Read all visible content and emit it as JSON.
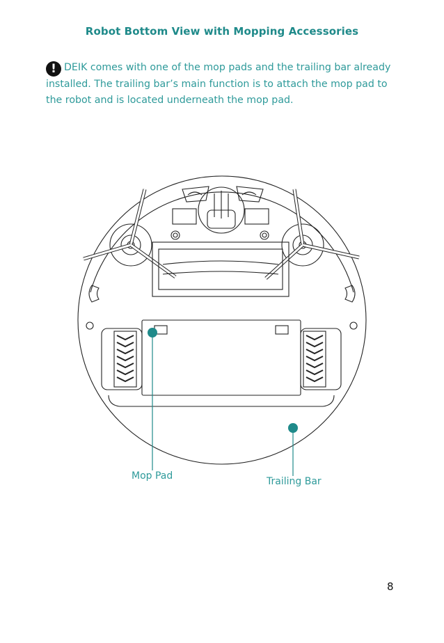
{
  "heading": "Robot Bottom View with Mopping Accessories",
  "note": {
    "icon": "exclamation-icon",
    "text": "DEIK comes with one of the mop pads and the trailing bar already installed. The trailing bar’s main function is to attach the mop pad to the robot and is located underneath the mop pad."
  },
  "labels": {
    "mop_pad": "Mop Pad",
    "trailing_bar": "Trailing Bar"
  },
  "accent_color": "#1f8a8a",
  "page_number": "8"
}
